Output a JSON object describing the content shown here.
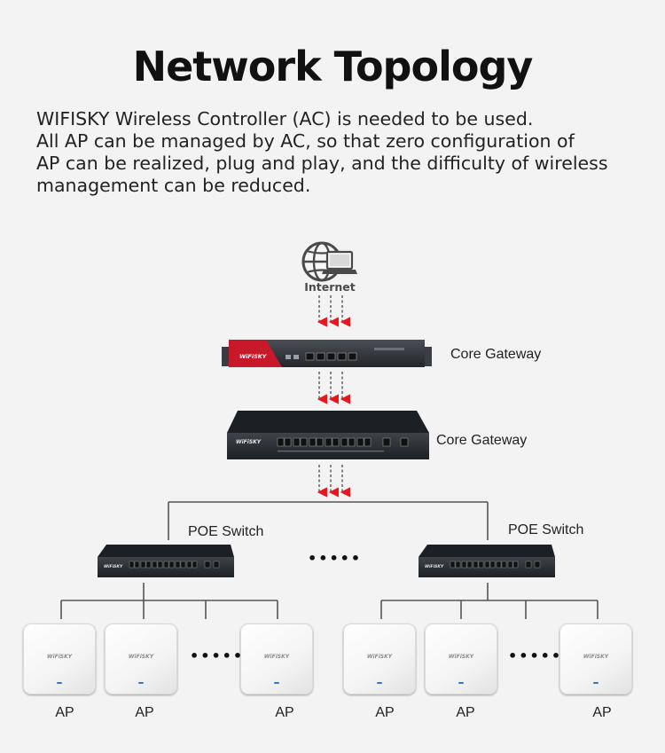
{
  "title": "Network Topology",
  "description": [
    "WIFISKY Wireless Controller (AC) is needed to be used.",
    "All AP can be managed by AC, so that zero configuration of",
    "AP can be realized, plug and play, and the difficulty of wireless",
    "management can be reduced."
  ],
  "internet": {
    "label": "Internet"
  },
  "core_gateway_1": {
    "label": "Core Gateway",
    "brand": "WiFiSKY"
  },
  "core_gateway_2": {
    "label": "Core Gateway",
    "brand": "WiFiSKY"
  },
  "poe_left": {
    "label": "POE Switch",
    "brand": "WiFiSKY"
  },
  "poe_right": {
    "label": "POE Switch",
    "brand": "WiFiSKY"
  },
  "ellipsis": "•••••",
  "ap_brand": "WiFiSKY",
  "ap_labels": [
    "AP",
    "AP",
    "AP",
    "AP",
    "AP",
    "AP"
  ],
  "colors": {
    "arrow": "#e8161c",
    "gateway_red": "#c8192a",
    "device_dark": "#2a2e33",
    "ap_led": "#2a79d6"
  }
}
